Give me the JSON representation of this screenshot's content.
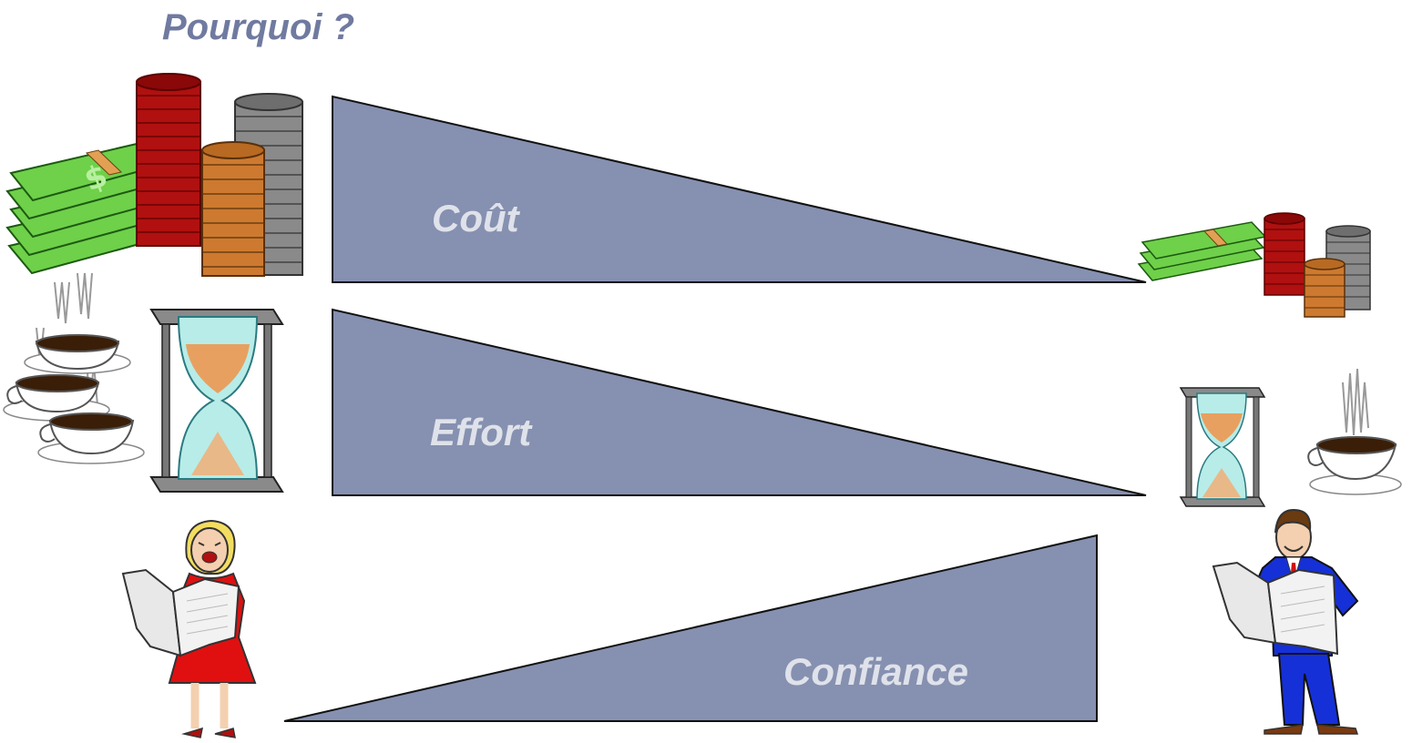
{
  "title": "Pourquoi ?",
  "wedges": [
    {
      "label": "Coût",
      "direction": "decreasing"
    },
    {
      "label": "Effort",
      "direction": "decreasing"
    },
    {
      "label": "Confiance",
      "direction": "increasing"
    }
  ],
  "colors": {
    "title": "#707aa0",
    "wedge_fill": "#8690b0",
    "wedge_label": "#dfe2ea"
  },
  "icons": {
    "left": [
      "money-stack-large-icon",
      "coffee-cups-many-icon",
      "hourglass-large-icon",
      "worried-woman-newspaper-icon"
    ],
    "right": [
      "money-stack-small-icon",
      "hourglass-small-icon",
      "coffee-cup-single-icon",
      "happy-man-newspaper-icon"
    ]
  }
}
